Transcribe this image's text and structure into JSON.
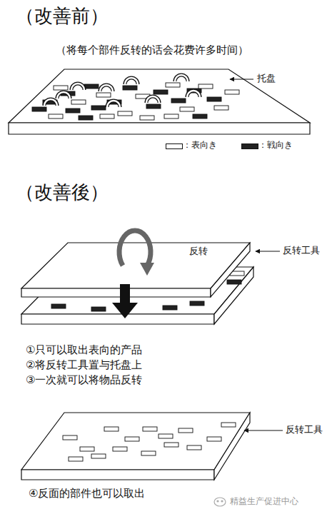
{
  "diagram": {
    "nodes": [
      {
        "text": [
          "反转"
        ]
      }
    ],
    "labels": [
      "（改善前）",
      "（将每个部件反转的话会花费许多时间）",
      "托盘",
      "（改善後）",
      "反转工具",
      "①只可以取出表向的产品",
      "②将反转工具置与托盘上",
      "③一次就可以将物品反转",
      "反转工具",
      "④反面的部件也可以取出",
      "精益生产促进中心"
    ],
    "legend": [
      {
        "text": "：表向き",
        "color": "#ffffff"
      },
      {
        "text": "：戦向き",
        "color": "#222222"
      }
    ]
  }
}
